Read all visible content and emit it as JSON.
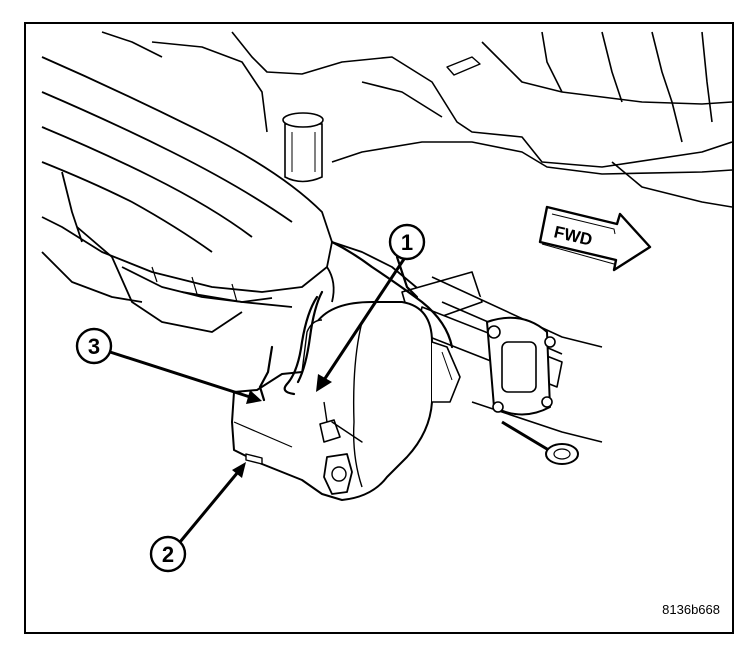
{
  "diagram": {
    "callouts": [
      {
        "number": "1",
        "label": "1"
      },
      {
        "number": "2",
        "label": "2"
      },
      {
        "number": "3",
        "label": "3"
      }
    ],
    "direction_arrow": {
      "text": "FWD"
    },
    "figure_code": "8136b668"
  },
  "colors": {
    "line": "#000000",
    "background": "#ffffff"
  }
}
